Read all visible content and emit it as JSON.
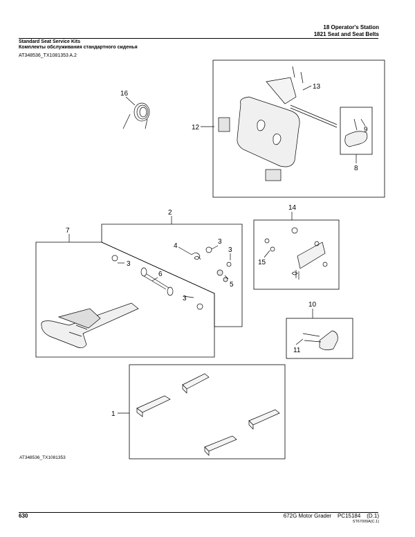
{
  "header": {
    "section": "18 Operator's Station",
    "subsection": "1821 Seat and Seat Belts"
  },
  "title": {
    "english": "Standard Seat Service Kits",
    "russian": "Комплекты обслуживания стандартного сиденья"
  },
  "figure": {
    "id_top": "AT348536_TX1081353 A.2",
    "id_bottom": "AT348536_TX1081353",
    "callouts": [
      "16",
      "12",
      "13",
      "9",
      "8",
      "2",
      "7",
      "4",
      "3",
      "3",
      "3",
      "6",
      "5",
      "3",
      "14",
      "15",
      "10",
      "11",
      "1"
    ]
  },
  "footer": {
    "page": "630",
    "document": "672G Motor Grader    PC15184    (D.1)",
    "code": "ST67009A(C.1)"
  }
}
